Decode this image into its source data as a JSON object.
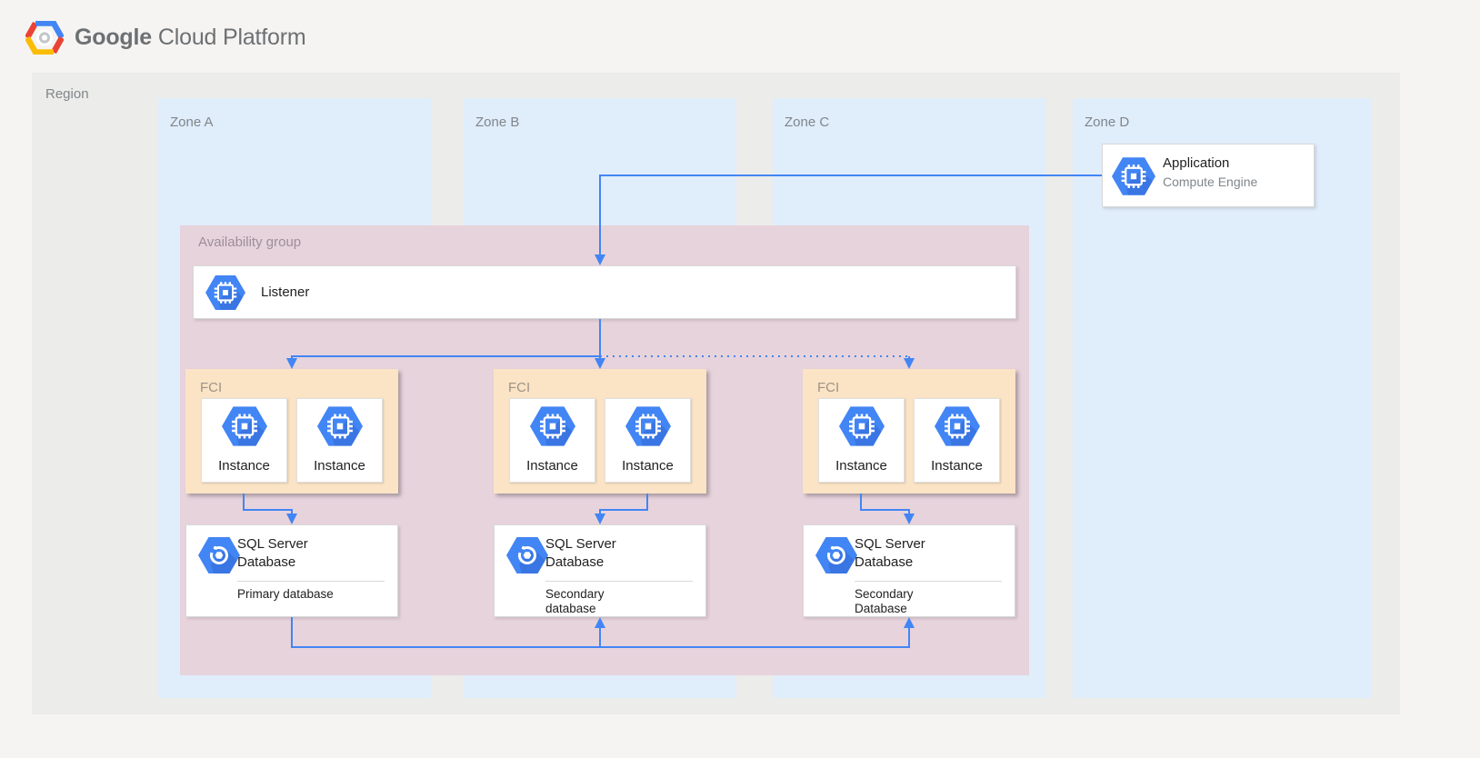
{
  "header": {
    "brand_primary": "Google",
    "brand_secondary": "Cloud Platform"
  },
  "region": {
    "label": "Region"
  },
  "zones": [
    {
      "label": "Zone A"
    },
    {
      "label": "Zone B"
    },
    {
      "label": "Zone C"
    },
    {
      "label": "Zone D"
    }
  ],
  "application": {
    "title": "Application",
    "subtitle": "Compute Engine",
    "icon": "compute-engine-icon"
  },
  "availability_group": {
    "label": "Availability group"
  },
  "listener": {
    "label": "Listener",
    "icon": "compute-engine-icon"
  },
  "fci_groups": [
    {
      "label": "FCI",
      "instances": [
        "Instance",
        "Instance"
      ],
      "instance_icon": "compute-engine-icon"
    },
    {
      "label": "FCI",
      "instances": [
        "Instance",
        "Instance"
      ],
      "instance_icon": "compute-engine-icon"
    },
    {
      "label": "FCI",
      "instances": [
        "Instance",
        "Instance"
      ],
      "instance_icon": "compute-engine-icon"
    }
  ],
  "databases": [
    {
      "title": "SQL Server Database",
      "subtitle": "Primary database",
      "icon": "cloud-sql-icon"
    },
    {
      "title": "SQL Server Database",
      "subtitle": "Secondary\ndatabase",
      "icon": "cloud-sql-icon"
    },
    {
      "title": "SQL Server Database",
      "subtitle": "Secondary\nDatabase",
      "icon": "cloud-sql-icon"
    }
  ],
  "colors": {
    "page_bg": "#f5f4f2",
    "region_fill": "#ececea",
    "zone_fill": "#e0edfb",
    "availability_fill": "#e7d3dc",
    "fci_fill": "#fbe3c5",
    "card_bg": "#ffffff",
    "connector_blue": "#4285f4",
    "icon_blue": "#4285f4",
    "icon_blue_dark": "#3367d6",
    "logo_red": "#ea4335",
    "logo_blue": "#4285f4",
    "logo_yellow": "#fbbc05",
    "text_dark": "#212121",
    "label_gray": "#80868b"
  }
}
